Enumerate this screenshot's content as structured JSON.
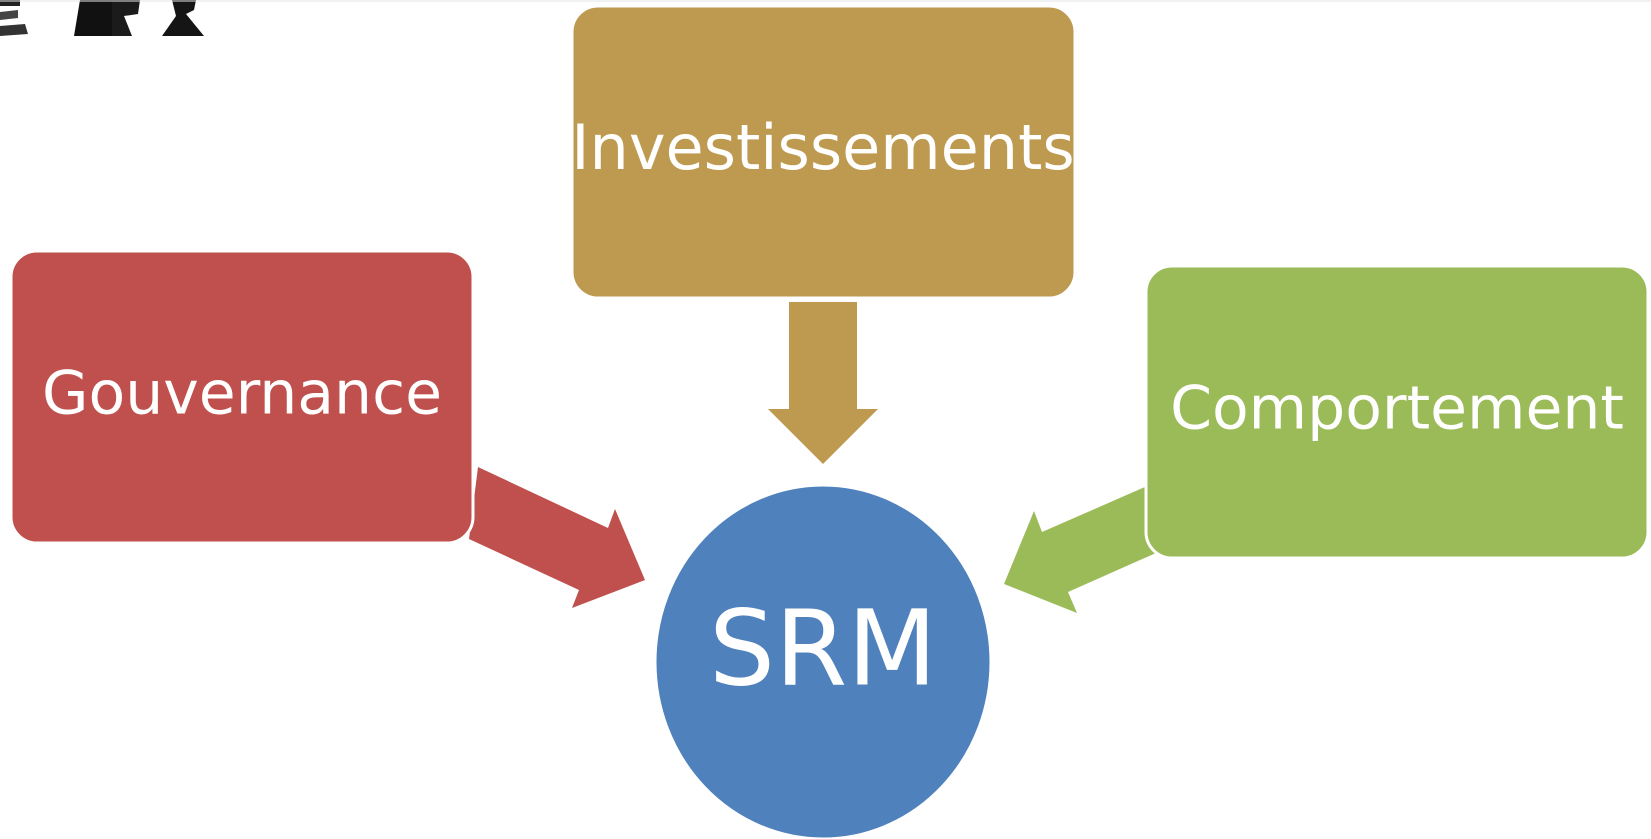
{
  "diagram": {
    "nodes": {
      "investissements": {
        "label": "Investissements",
        "color": "#BE9A51"
      },
      "gouvernance": {
        "label": "Gouvernance",
        "color": "#C0504D"
      },
      "comportement": {
        "label": "Comportement",
        "color": "#9BBB59"
      },
      "srm": {
        "label": "SRM",
        "color": "#4F81BD"
      }
    },
    "edges": [
      {
        "from": "Investissements",
        "to": "SRM"
      },
      {
        "from": "Gouvernance",
        "to": "SRM"
      },
      {
        "from": "Comportement",
        "to": "SRM"
      }
    ],
    "header_icon": "chess-pieces-icon"
  }
}
